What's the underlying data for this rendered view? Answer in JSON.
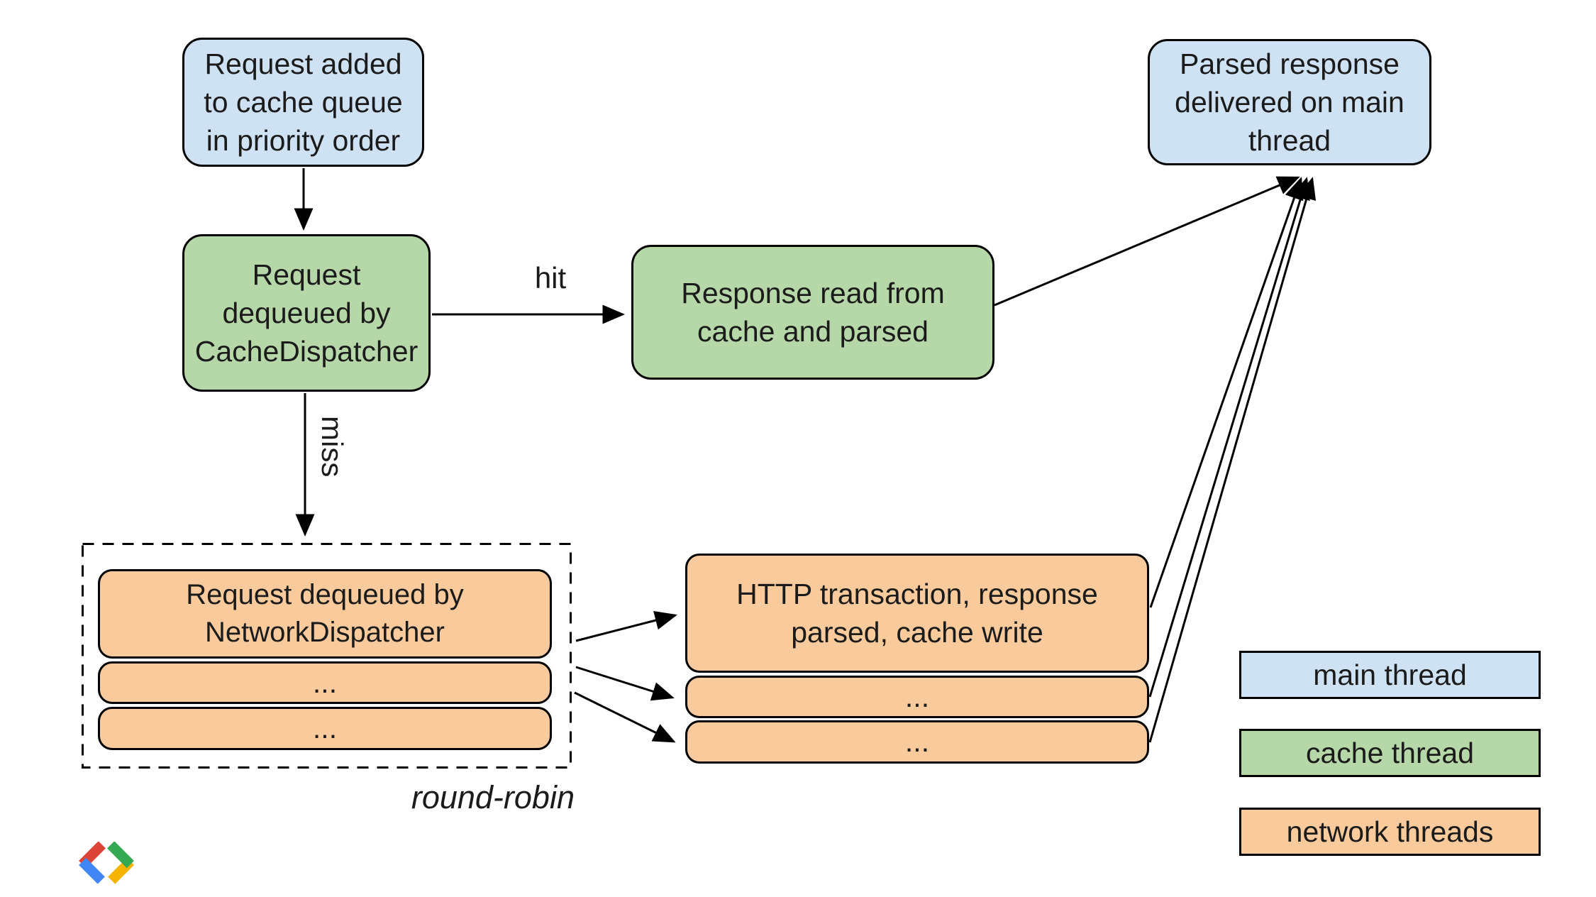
{
  "nodes": {
    "request_added": {
      "label": "Request added to cache queue in priority order",
      "thread": "main thread"
    },
    "cache_dispatcher": {
      "label": "Request dequeued by CacheDispatcher",
      "thread": "cache thread"
    },
    "cache_response": {
      "label": "Response read from cache and parsed",
      "thread": "cache thread"
    },
    "parsed_response": {
      "label": "Parsed response delivered on main thread",
      "thread": "main thread"
    },
    "network_dispatcher": {
      "label": "Request dequeued by NetworkDispatcher",
      "thread": "network threads"
    },
    "network_dispatcher_more_1": {
      "label": "..."
    },
    "network_dispatcher_more_2": {
      "label": "..."
    },
    "http_transaction": {
      "label": "HTTP transaction, response parsed, cache write",
      "thread": "network threads"
    },
    "http_transaction_more_1": {
      "label": "..."
    },
    "http_transaction_more_2": {
      "label": "..."
    }
  },
  "edge_labels": {
    "hit": "hit",
    "miss": "miss"
  },
  "annotations": {
    "round_robin": "round-robin"
  },
  "legend": {
    "items": [
      {
        "label": "main thread",
        "color": "#cfe2f3"
      },
      {
        "label": "cache thread",
        "color": "#b6d7a8"
      },
      {
        "label": "network threads",
        "color": "#f9cb9c"
      }
    ]
  },
  "colors": {
    "main_thread": "#cfe2f3",
    "cache_thread": "#b6d7a8",
    "network_threads": "#f9cb9c",
    "line": "#000000",
    "logo_red": "#DB4437",
    "logo_blue": "#4285F4",
    "logo_green": "#34A853",
    "logo_yellow": "#F4B400"
  },
  "logo": {
    "name": "google-developers-logo"
  }
}
